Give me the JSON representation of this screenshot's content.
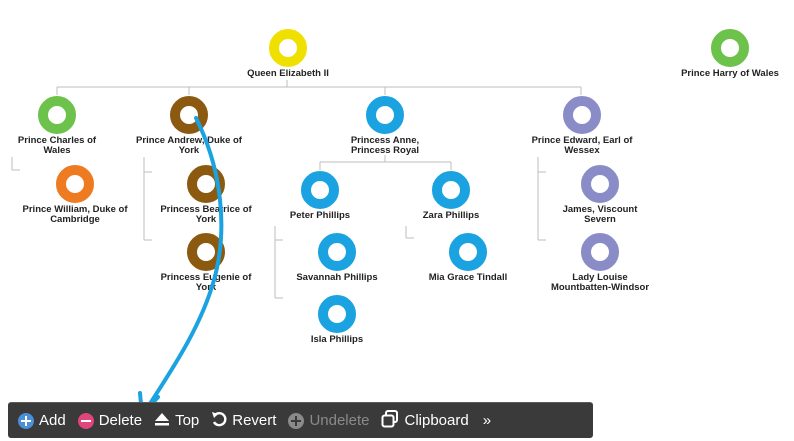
{
  "tree": {
    "nodes": [
      {
        "key": "elizabeth",
        "name": "Queen Elizabeth II",
        "color": "#f0e000"
      },
      {
        "key": "harry",
        "name": "Prince Harry of Wales",
        "color": "#6cc24a"
      },
      {
        "key": "charles",
        "name": "Prince Charles of Wales",
        "color": "#6cc24a"
      },
      {
        "key": "andrew",
        "name": "Prince Andrew, Duke of York",
        "color": "#8b5a10"
      },
      {
        "key": "anne",
        "name": "Princess Anne, Princess Royal",
        "color": "#1aa3e0"
      },
      {
        "key": "edward",
        "name": "Prince Edward, Earl of Wessex",
        "color": "#8a8cc8"
      },
      {
        "key": "william",
        "name": "Prince William, Duke of Cambridge",
        "color": "#ee7a22"
      },
      {
        "key": "beatrice",
        "name": "Princess Beatrice of York",
        "color": "#8b5a10"
      },
      {
        "key": "eugenie",
        "name": "Princess Eugenie of York",
        "color": "#8b5a10"
      },
      {
        "key": "peter",
        "name": "Peter Phillips",
        "color": "#1aa3e0"
      },
      {
        "key": "zara",
        "name": "Zara Phillips",
        "color": "#1aa3e0"
      },
      {
        "key": "savannah",
        "name": "Savannah Phillips",
        "color": "#1aa3e0"
      },
      {
        "key": "isla",
        "name": "Isla Phillips",
        "color": "#1aa3e0"
      },
      {
        "key": "mia",
        "name": "Mia Grace Tindall",
        "color": "#1aa3e0"
      },
      {
        "key": "james",
        "name": "James, Viscount Severn",
        "color": "#8a8cc8"
      },
      {
        "key": "louise",
        "name": "Lady Louise Mountbatten-Windsor",
        "color": "#8a8cc8"
      }
    ]
  },
  "toolbar": {
    "add": {
      "label": "Add",
      "icon": "plus-circle-icon",
      "color": "#4a90d9"
    },
    "delete": {
      "label": "Delete",
      "icon": "minus-circle-icon",
      "color": "#e0457b"
    },
    "top": {
      "label": "Top",
      "icon": "eject-icon"
    },
    "revert": {
      "label": "Revert",
      "icon": "undo-icon"
    },
    "undelete": {
      "label": "Undelete",
      "icon": "plus-circle-icon",
      "disabled": true
    },
    "clipboard": {
      "label": "Clipboard",
      "icon": "clipboard-icon"
    },
    "more": "»"
  },
  "annotation": {
    "color": "#1aa3e0",
    "from": "andrew",
    "to": "toolbar.delete"
  }
}
